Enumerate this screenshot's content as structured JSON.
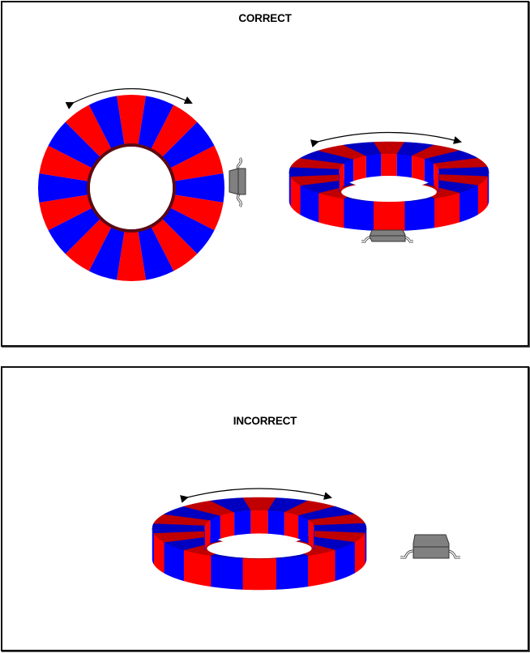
{
  "panels": [
    {
      "title": "CORRECT",
      "figures": [
        "front-view-ring-with-side-sensor",
        "perspective-ring-with-sensor-below"
      ]
    },
    {
      "title": "INCORRECT",
      "figures": [
        "perspective-ring-with-sensor-beside"
      ]
    }
  ],
  "ring": {
    "pole_count": 20,
    "colors": {
      "north": "#ff0000",
      "south": "#0000ff",
      "north_dark": "#c00000",
      "south_dark": "#0000c0",
      "inner_rim": "#5a0a14"
    }
  },
  "sensor": {
    "body_color": "#808080",
    "outline_color": "#333333"
  },
  "icons": [
    "rotation-arrow-icon",
    "sensor-chip-icon"
  ]
}
